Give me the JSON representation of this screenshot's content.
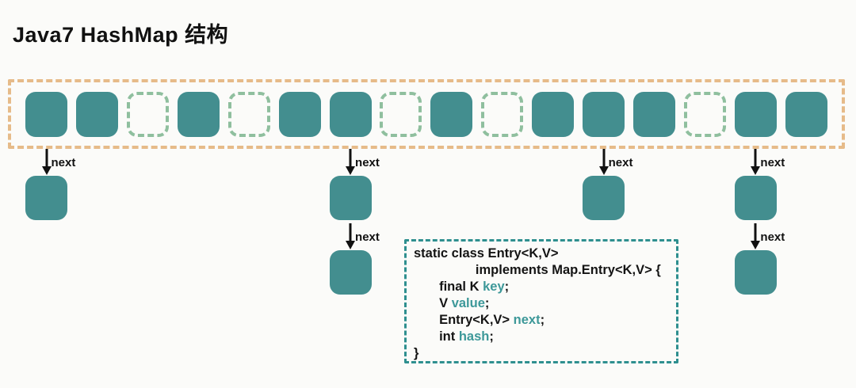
{
  "title": "Java7 HashMap 结构",
  "arrow_label": "next",
  "colors": {
    "node_fill": "#438e8f",
    "empty_cell_border": "#8fbf9e",
    "array_border": "#e6bb89",
    "code_border": "#2e8f8f",
    "code_accent": "#3d9899",
    "arrow": "#111111"
  },
  "bucket_array": {
    "cell_count": 16,
    "cells": [
      "filled",
      "filled",
      "empty",
      "filled",
      "empty",
      "filled",
      "filled",
      "empty",
      "filled",
      "empty",
      "filled",
      "filled",
      "filled",
      "empty",
      "filled",
      "filled"
    ]
  },
  "chains": [
    {
      "bucket_index": 0,
      "node_count": 1
    },
    {
      "bucket_index": 6,
      "node_count": 2
    },
    {
      "bucket_index": 11,
      "node_count": 1
    },
    {
      "bucket_index": 14,
      "node_count": 2
    }
  ],
  "code_box": {
    "lines": [
      [
        {
          "t": "static class Entry<K,V>",
          "k": "plain"
        }
      ],
      [
        {
          "t": "                 implements Map.Entry<K,V> {",
          "k": "plain"
        }
      ],
      [
        {
          "t": "       final K ",
          "k": "plain"
        },
        {
          "t": "key",
          "k": "accent"
        },
        {
          "t": ";",
          "k": "plain"
        }
      ],
      [
        {
          "t": "       V ",
          "k": "plain"
        },
        {
          "t": "value",
          "k": "accent"
        },
        {
          "t": ";",
          "k": "plain"
        }
      ],
      [
        {
          "t": "       Entry<K,V> ",
          "k": "plain"
        },
        {
          "t": "next",
          "k": "accent"
        },
        {
          "t": ";",
          "k": "plain"
        }
      ],
      [
        {
          "t": "       int ",
          "k": "plain"
        },
        {
          "t": "hash",
          "k": "accent"
        },
        {
          "t": ";",
          "k": "plain"
        }
      ],
      [
        {
          "t": "}",
          "k": "plain"
        }
      ]
    ]
  }
}
